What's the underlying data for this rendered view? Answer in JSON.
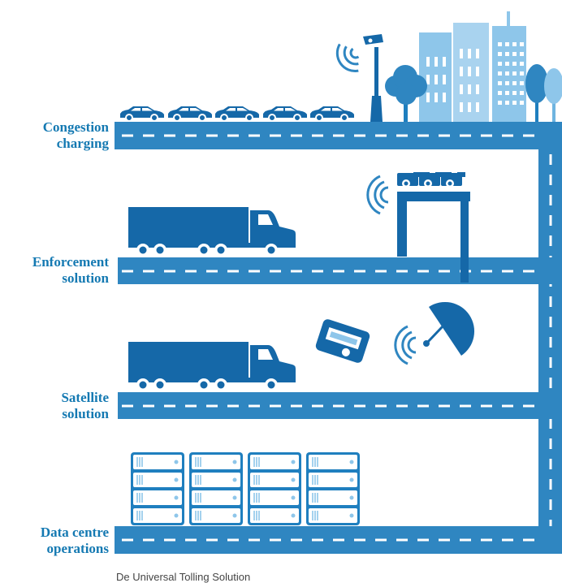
{
  "levels": [
    {
      "line1": "Congestion",
      "line2": "charging"
    },
    {
      "line1": "Enforcement",
      "line2": "solution"
    },
    {
      "line1": "Satellite",
      "line2": "solution"
    },
    {
      "line1": "Data centre",
      "line2": "operations"
    }
  ],
  "caption": "De Universal Tolling Solution",
  "colors": {
    "road": "#2f86c1",
    "dark": "#1568a8",
    "light": "#8ec6ea",
    "lighter": "#a9d3ef",
    "lane": "#ffffff"
  },
  "icons": [
    "car-icon",
    "street-camera-icon",
    "building-icon",
    "tree-icon",
    "truck-icon",
    "gantry-camera-icon",
    "signal-waves-icon",
    "on-board-unit-icon",
    "satellite-dish-icon",
    "server-rack-icon"
  ]
}
